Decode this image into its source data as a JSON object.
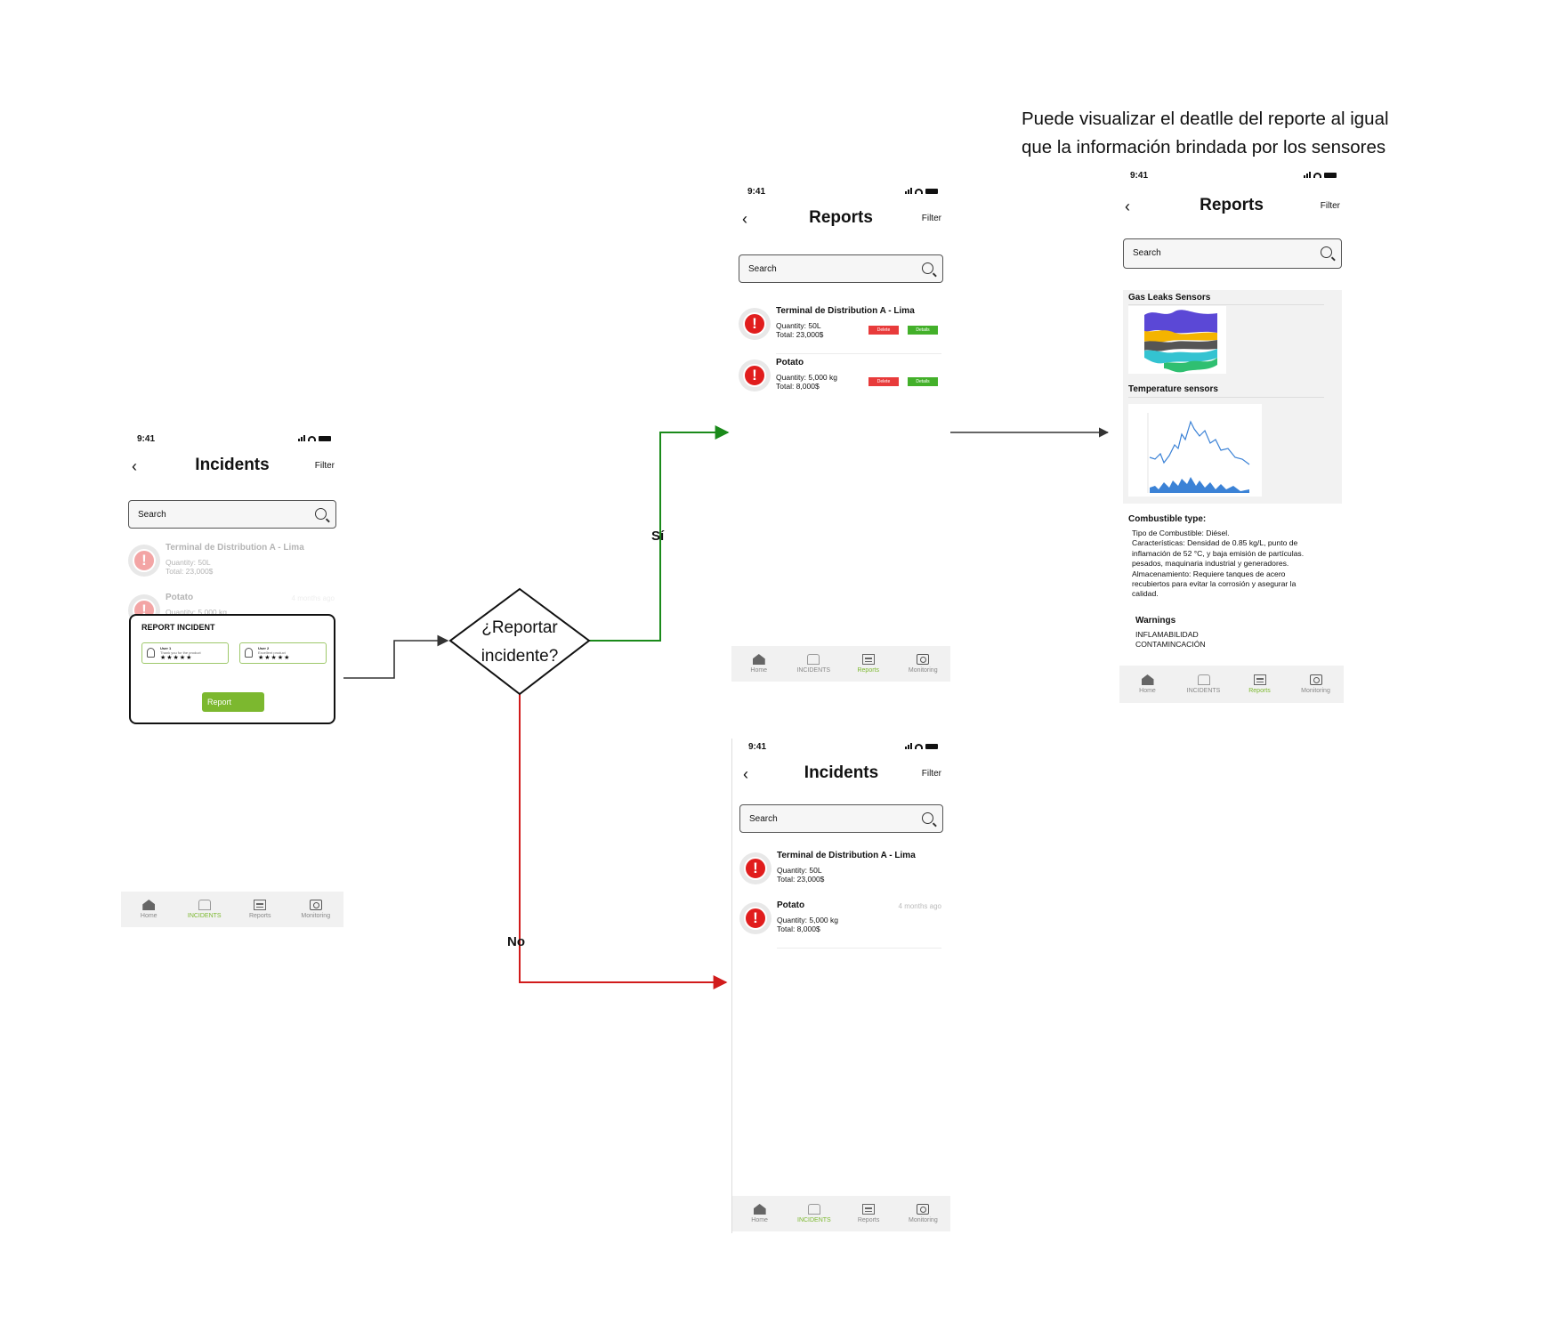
{
  "caption": {
    "line1": "Puede visualizar el deatlle del reporte al igual",
    "line2": "que la información brindada por los sensores"
  },
  "colors": {
    "accent": "#7cb82f",
    "alert": "#e11d1d",
    "yes_arrow": "#1a8a1a",
    "no_arrow": "#d11b1b"
  },
  "decision": {
    "line1": "¿Reportar",
    "line2": "incidente?",
    "yes_label": "Sí",
    "no_label": "No"
  },
  "status": {
    "time": "9:41"
  },
  "tabs": {
    "home": "Home",
    "incidents": "INCIDENTS",
    "reports": "Reports",
    "monitoring": "Monitoring"
  },
  "common": {
    "search_placeholder": "Search",
    "filter": "Filter",
    "back_icon": "chevron-left-icon"
  },
  "screen_left": {
    "title": "Incidents",
    "items": [
      {
        "name": "Terminal de Distribution A - Lima",
        "quantity": "Quantity: 50L",
        "total": "Total: 23,000$",
        "ago": ""
      },
      {
        "name": "Potato",
        "quantity": "Quantity: 5,000 kg",
        "total": "",
        "ago": "4 months ago"
      }
    ],
    "modal": {
      "title": "REPORT INCIDENT",
      "card1": {
        "title": "User 1",
        "subtitle": "Thank you for the product",
        "stars": "★★★★★"
      },
      "card2": {
        "title": "User 2",
        "subtitle": "Excellent product",
        "stars": "★★★★★"
      },
      "button": "Report"
    }
  },
  "screen_reports": {
    "title": "Reports",
    "delete_label": "Delete",
    "details_label": "Details",
    "items": [
      {
        "name": "Terminal de Distribution A - Lima",
        "quantity": "Quantity: 50L",
        "total": "Total: 23,000$"
      },
      {
        "name": "Potato",
        "quantity": "Quantity: 5,000 kg",
        "total": "Total: 8,000$"
      }
    ]
  },
  "screen_incidents": {
    "title": "Incidents",
    "items": [
      {
        "name": "Terminal de Distribution A - Lima",
        "quantity": "Quantity: 50L",
        "total": "Total: 23,000$",
        "ago": ""
      },
      {
        "name": "Potato",
        "quantity": "Quantity: 5,000 kg",
        "total": "Total: 8,000$",
        "ago": "4 months ago"
      }
    ]
  },
  "screen_detail": {
    "title": "Reports",
    "gas_title": "Gas Leaks Sensors",
    "temp_title": "Temperature sensors",
    "combustible_title": "Combustible type:",
    "combustible_lines": [
      "Tipo de Combustible: Diésel.",
      "Características: Densidad de 0.85 kg/L, punto de",
      "inflamación de 52 °C, y baja emisión de partículas.",
      "pesados, maquinaria industrial y generadores.",
      "Almacenamiento: Requiere tanques de acero",
      "recubiertos para evitar la corrosión y asegurar la",
      "calidad."
    ],
    "warnings_title": "Warnings",
    "warnings": [
      "INFLAMABILIDAD",
      "CONTAMINCACIÓN"
    ]
  }
}
